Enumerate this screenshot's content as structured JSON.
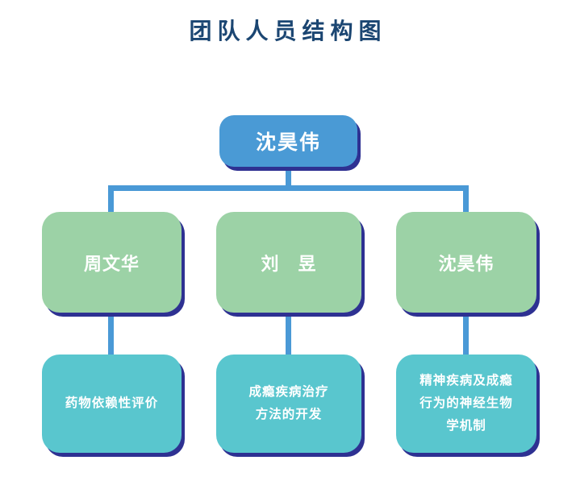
{
  "title": "团队人员结构图",
  "colors": {
    "background": "#ffffff",
    "title_text": "#1b4672",
    "root_fill": "#4a9ad5",
    "member_fill": "#9cd2a6",
    "topic_fill": "#59c6ce",
    "node_text": "#ffffff",
    "shadow": "#2e3192",
    "connector": "#4a99d6"
  },
  "org": {
    "root": {
      "name": "沈昊伟"
    },
    "members": [
      {
        "name": "周文华",
        "topic_lines": [
          "药物依赖性评价"
        ]
      },
      {
        "name": "刘　昱",
        "topic_lines": [
          "成瘾疾病治疗",
          "方法的开发"
        ]
      },
      {
        "name": "沈昊伟",
        "topic_lines": [
          "精神疾病及成瘾",
          "行为的神经生物",
          "学机制"
        ]
      }
    ]
  }
}
